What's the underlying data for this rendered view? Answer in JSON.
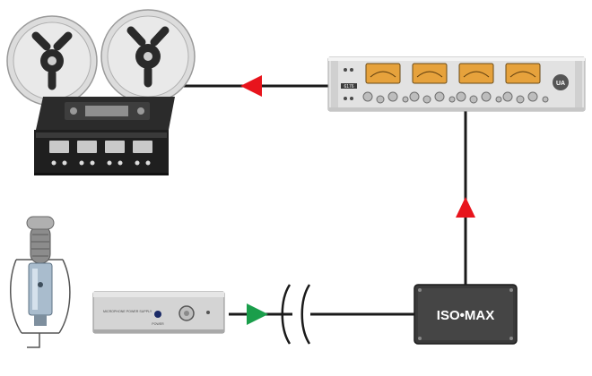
{
  "devices": {
    "tape_machine": {},
    "preamp_rack": {
      "brand_plate": "6176",
      "logo_text": "UA"
    },
    "microphone": {},
    "mic_power_supply": {
      "front_text": "MICROPHONE POWER SUPPLY",
      "power_label": "POWER"
    },
    "isolation_box": {
      "label": "ISO•MAX"
    }
  },
  "connections": [
    {
      "from": "mic_power_supply",
      "to": "isolation_box",
      "arrow_color": "#1a9e4b",
      "break_symbol": true
    },
    {
      "from": "isolation_box",
      "to": "preamp_rack",
      "arrow_color": "#e8141c"
    },
    {
      "from": "preamp_rack",
      "to": "tape_machine",
      "arrow_color": "#e8141c"
    }
  ],
  "colors": {
    "cable": "#1a1a1a",
    "arrow_red": "#e8141c",
    "arrow_green": "#1a9e4b",
    "vu_meter": "#e6a23c",
    "isomax_body": "#3a3a3a"
  }
}
